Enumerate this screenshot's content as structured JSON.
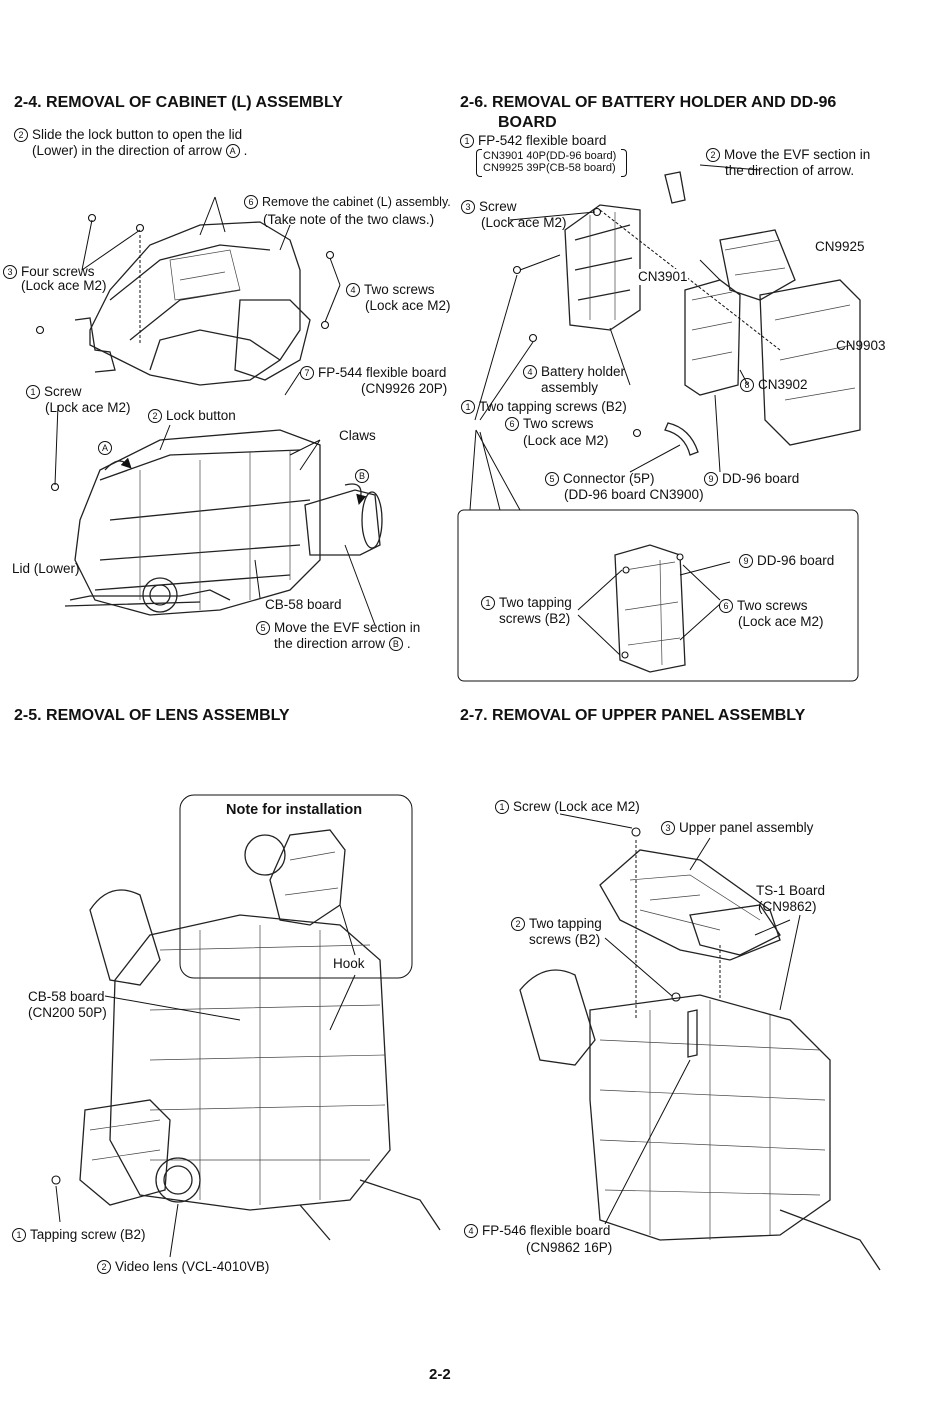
{
  "sections": {
    "s24": {
      "heading": "2-4. REMOVAL OF CABINET (L) ASSEMBLY",
      "step2_line1": "Slide the lock button to open the lid",
      "step2_line2": "(Lower) in the direction of arrow",
      "step2_arrow": "A",
      "step6_line1": "Remove the cabinet (L) assembly.",
      "step6_line2": "(Take note of the two claws.)",
      "step3_line1": "Four screws",
      "step3_line2": "(Lock ace M2)",
      "step4_line1": "Two screws",
      "step4_line2": "(Lock ace M2)",
      "step7_line1": "FP-544 flexible board",
      "step7_line2": "(CN9926 20P)",
      "step1_line1": "Screw",
      "step1_line2": "(Lock ace M2)",
      "lockbtn": "Lock button",
      "claws": "Claws",
      "arrow_a": "A",
      "arrow_b": "B",
      "lid": "Lid (Lower)",
      "cb58": "CB-58 board",
      "step5_line1": "Move the EVF section in",
      "step5_line2": "the direction arrow",
      "step5_arrow": "B"
    },
    "s26": {
      "heading_line1": "2-6.  REMOVAL  OF  BATTERY HOLDER AND  DD-96",
      "heading_line2": "BOARD",
      "step1": "FP-542 flexible board",
      "cn3901_note": "CN3901 40P(DD-96 board)",
      "cn9925_note": "CN9925 39P(CB-58 board)",
      "step2_line1": "Move the EVF section in",
      "step2_line2": "the direction of arrow.",
      "step3_line1": "Screw",
      "step3_line2": "(Lock ace M2)",
      "cn9925": "CN9925",
      "cn3901": "CN3901",
      "cn9903": "CN9903",
      "step4_line1": "Battery holder",
      "step4_line2": "assembly",
      "step8": "CN3902",
      "step1b": "Two tapping screws (B2)",
      "step6_line1": "Two screws",
      "step6_line2": "(Lock ace M2)",
      "step5_line1": "Connector (5P)",
      "step5_line2": "(DD-96 board CN3900)",
      "step9": "DD-96 board",
      "box_step9": "DD-96 board",
      "box_step1_line1": "Two tapping",
      "box_step1_line2": "screws (B2)",
      "box_step6_line1": "Two screws",
      "box_step6_line2": "(Lock ace M2)"
    },
    "s25": {
      "heading": "2-5. REMOVAL OF LENS ASSEMBLY",
      "note": "Note for installation",
      "hook": "Hook",
      "cb58_line1": "CB-58 board",
      "cb58_line2": "(CN200 50P)",
      "step1": "Tapping screw (B2)",
      "step2": "Video lens (VCL-4010VB)"
    },
    "s27": {
      "heading": "2-7. REMOVAL OF UPPER PANEL ASSEMBLY",
      "step1": "Screw (Lock ace M2)",
      "step3": "Upper panel assembly",
      "ts1_line1": "TS-1 Board",
      "ts1_line2": "(CN9862)",
      "step2_line1": "Two tapping",
      "step2_line2": "screws (B2)",
      "step4_line1": "FP-546 flexible board",
      "step4_line2": "(CN9862 16P)"
    }
  },
  "numerals": {
    "n1": "1",
    "n2": "2",
    "n3": "3",
    "n4": "4",
    "n5": "5",
    "n6": "6",
    "n7": "7",
    "n8": "8",
    "n9": "9"
  },
  "page_number": "2-2"
}
